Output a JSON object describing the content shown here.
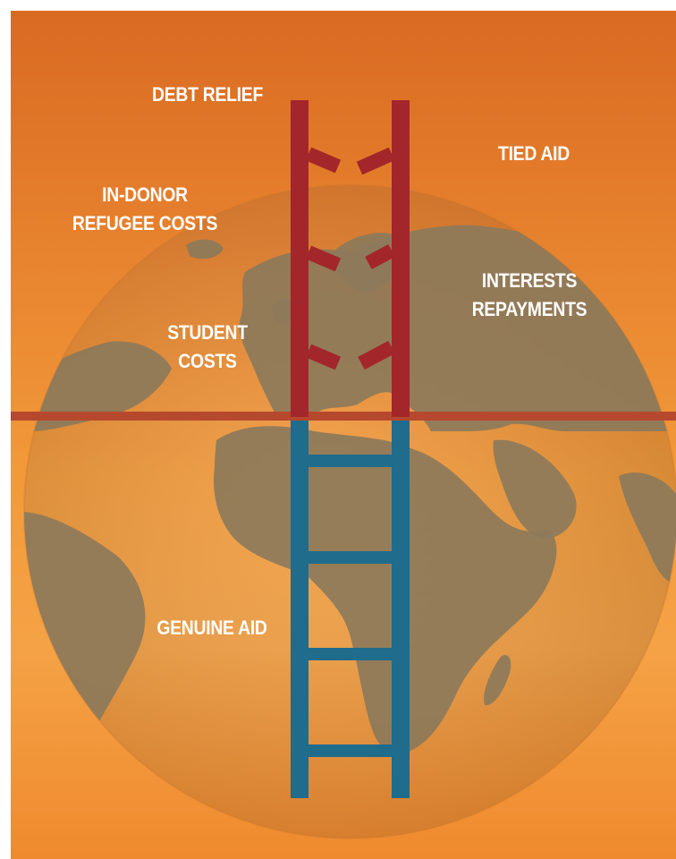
{
  "labels": {
    "debt_relief": "DEBT RELIEF",
    "tied_aid": "TIED AID",
    "in_donor_refugee_costs": [
      "IN-DONOR",
      "REFUGEE COSTS"
    ],
    "interests_repayments": [
      "INTERESTS",
      "REPAYMENTS"
    ],
    "student_costs": [
      "STUDENT",
      "COSTS"
    ],
    "genuine_aid": "GENUINE AID"
  },
  "colors": {
    "background_top": "#d96a22",
    "background_bottom": "#f5a246",
    "globe_land": "#8d7a5a",
    "ladder_upper": "#a3262a",
    "ladder_lower": "#1f6c8c",
    "horizon_line": "#b6492d",
    "label_text": "#ffffff"
  }
}
